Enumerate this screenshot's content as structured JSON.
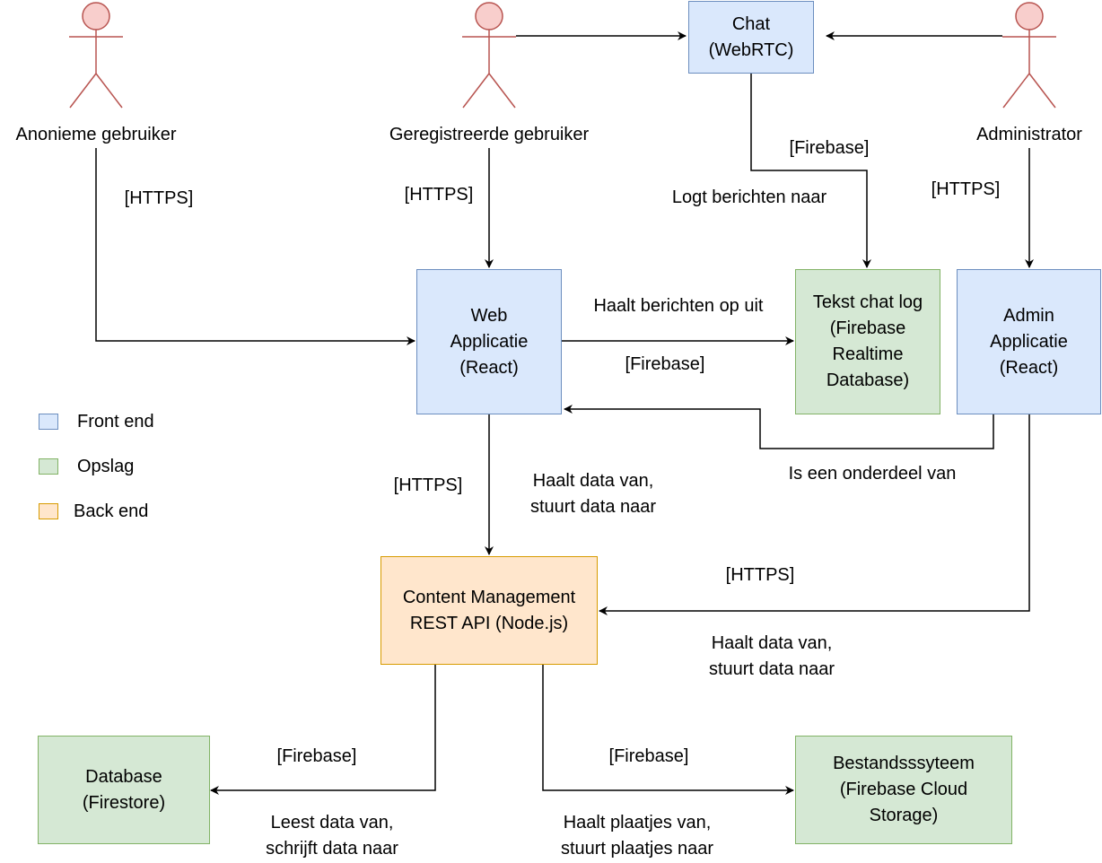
{
  "actors": {
    "anonymous": "Anonieme gebruiker",
    "registered": "Geregistreerde gebruiker",
    "admin": "Administrator"
  },
  "nodes": {
    "chat": "Chat\n(WebRTC)",
    "web_app": "Web\nApplicatie\n(React)",
    "chat_log": "Tekst chat log\n(Firebase\nRealtime\nDatabase)",
    "admin_app": "Admin\nApplicatie\n(React)",
    "cms_api": "Content Management\nREST API (Node.js)",
    "database": "Database\n(Firestore)",
    "file_system": "Bestandsssyteem\n(Firebase Cloud\nStorage)"
  },
  "edge_labels": {
    "anon_https": "[HTTPS]",
    "reg_https": "[HTTPS]",
    "chat_firebase": "[Firebase]",
    "chat_logs": "Logt berichten naar",
    "admin_https": "[HTTPS]",
    "web_fetch_messages": "Haalt berichten op uit",
    "web_firebase": "[Firebase]",
    "part_of": "Is een onderdeel van",
    "web_api_https": "[HTTPS]",
    "web_api_desc": "Haalt data van,\nstuurt data naar",
    "admin_api_https": "[HTTPS]",
    "admin_api_desc": "Haalt data van,\nstuurt data naar",
    "db_firebase": "[Firebase]",
    "db_desc": "Leest data van,\nschrijft data naar",
    "fs_firebase": "[Firebase]",
    "fs_desc": "Haalt plaatjes van,\nstuurt plaatjes naar"
  },
  "legend": [
    {
      "label": "Front end",
      "fill": "#dae8fc",
      "stroke": "#6c8ebf"
    },
    {
      "label": "Opslag",
      "fill": "#d5e8d4",
      "stroke": "#82b366"
    },
    {
      "label": "Back end",
      "fill": "#ffe6cc",
      "stroke": "#d79b00"
    }
  ],
  "colors": {
    "front_end": "#dae8fc",
    "storage": "#d5e8d4",
    "back_end": "#ffe6cc",
    "actor_fill": "#f8cecc",
    "actor_stroke": "#b85450"
  }
}
